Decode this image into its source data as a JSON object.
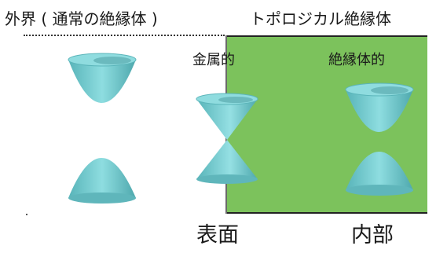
{
  "labels": {
    "outside": "外界 ( 通常の絶縁体 )",
    "topological": "トポロジカル絶縁体",
    "metallic": "金属的",
    "insulating": "絶縁体的",
    "surface": "表面",
    "interior": "内部"
  },
  "colors": {
    "topological_region": "#7cc25c",
    "band_surface": "#7fd3d6",
    "band_shadow": "#4aa3a8"
  },
  "icons": {
    "outside_bands": "gapped-band-icon",
    "surface_bands": "dirac-cone-icon",
    "interior_bands": "gapped-band-icon"
  }
}
